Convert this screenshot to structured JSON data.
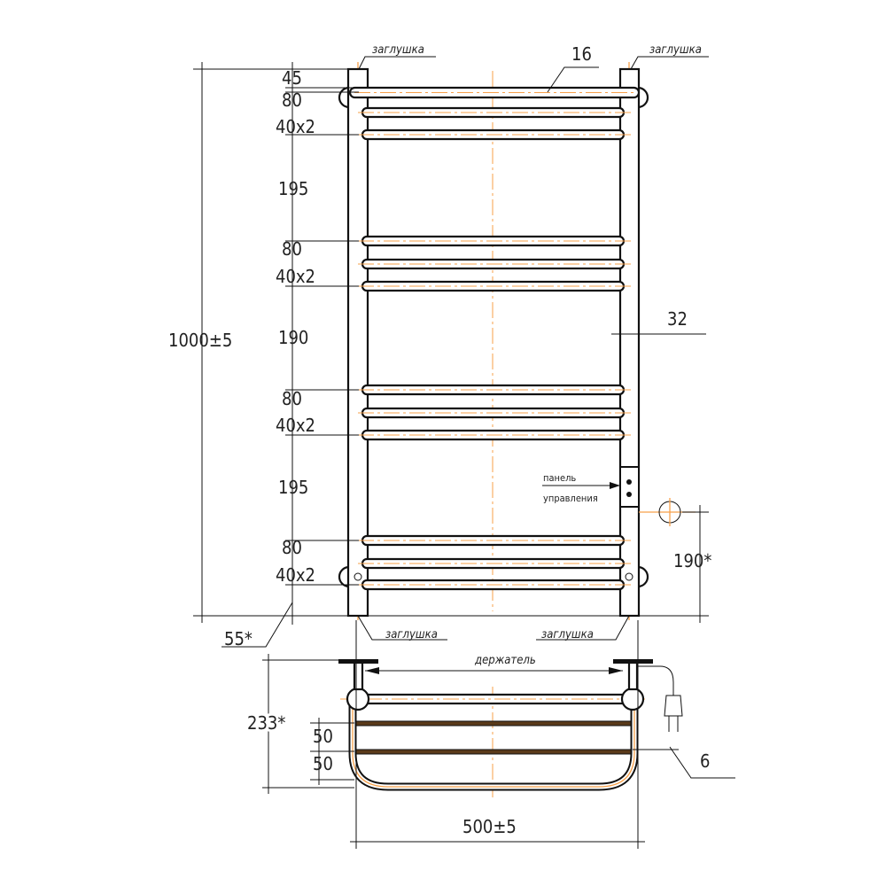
{
  "title": "Towel rail dimensional drawing",
  "colors": {
    "line": "#111111",
    "axis": "#f7a04a"
  },
  "labels": {
    "plug_top_left": "заглушка",
    "plug_top_right": "заглушка",
    "plug_bottom_left": "заглушка",
    "plug_bottom_right": "заглушка",
    "panel_line1": "панель",
    "panel_line2": "управления",
    "holder": "держатель"
  },
  "dimensions": {
    "overall_height": "1000±5",
    "overall_width": "500±5",
    "depth": "233*",
    "bar_diameter": "16",
    "post_diameter": "32",
    "socket_height": "190*",
    "bottom_offset": "55*",
    "shelf_gap": "6",
    "chain": [
      "45",
      "80",
      "40x2",
      "195",
      "80",
      "40x2",
      "190",
      "80",
      "40x2",
      "195",
      "80",
      "40x2"
    ],
    "shelf_spacing": [
      "50",
      "50"
    ]
  }
}
